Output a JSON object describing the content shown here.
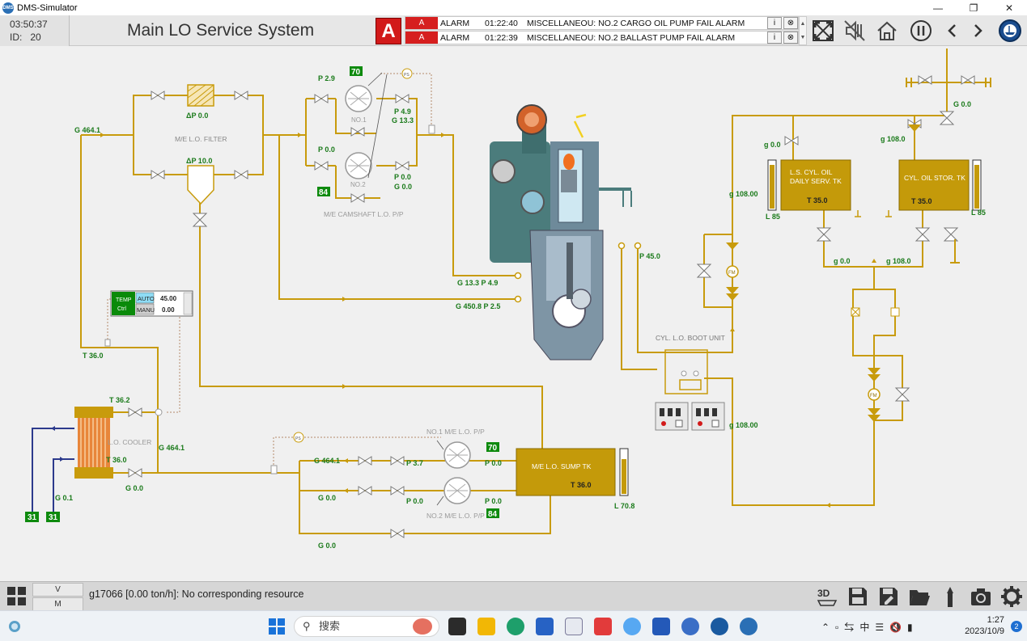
{
  "window": {
    "title": "DMS-Simulator",
    "logo_text": "DMS"
  },
  "header": {
    "clock": "03:50:37",
    "id_label": "ID:",
    "id_value": "20",
    "page_title": "Main LO Service System",
    "alarm_indicator": "A"
  },
  "alarms": [
    {
      "tag": "A",
      "type": "ALARM",
      "time": "01:22:40",
      "message": "MISCELLANEOU: NO.2 CARGO OIL PUMP FAIL ALARM"
    },
    {
      "tag": "A",
      "type": "ALARM",
      "time": "01:22:39",
      "message": "MISCELLANEOU: NO.2 BALLAST PUMP FAIL ALARM"
    }
  ],
  "header_icons": [
    "fullscreen-icon",
    "mute-icon",
    "home-icon",
    "pause-icon",
    "prev-icon",
    "next-icon",
    "ship-logo-icon"
  ],
  "diagram": {
    "labels": {
      "me_lo_filter": "M/E L.O. FILTER",
      "camshaft_pp": "M/E CAMSHAFT L.O. P/P",
      "no1": "NO.1",
      "no2": "NO.2",
      "lo_cooler": "L.O. COOLER",
      "no1_main_pp": "NO.1 M/E L.O. P/P",
      "no2_main_pp": "NO.2 M/E L.O. P/P",
      "sump_tk": "M/E L.O. SUMP TK",
      "cyl_boot": "CYL. L.O. BOOT UNIT",
      "ls_cyl_daily": "L.S. CYL. OIL",
      "ls_cyl_daily2": "DAILY SERV. TK",
      "cyl_stor": "CYL. OIL STOR. TK",
      "ps": "PS",
      "fm": "FM"
    },
    "values": {
      "g_464_top": "G 464.1",
      "dp_0": "ΔP 0.0",
      "dp_10": "ΔP 10.0",
      "p_2_9": "P 2.9",
      "cam_speed": "70",
      "p_4_9": "P 4.9",
      "g_13_3": "G 13.3",
      "p_0_0_l": "P 0.0",
      "p_0_0_r": "P 0.0",
      "g_0_0_r": "G 0.0",
      "cam2_speed": "84",
      "g_13_3_p_4_9": "G 13.3  P 4.9",
      "g_450_p_2_5": "G 450.8 P 2.5",
      "p_45": "P 45.0",
      "temp_ctrl1": "TEMP",
      "temp_ctrl2": "Ctrl",
      "auto": "AUTO",
      "manu": "MANU",
      "auto_val": "45.00",
      "manu_val": "0.00",
      "t_36_left": "T 36.0",
      "t_36_2": "T 36.2",
      "g_464_cooler": "G 464.1",
      "t_36_cooler": "T 36.0",
      "g_0_cooler": "G 0.0",
      "g_0_1": "G 0.1",
      "sw1": "31",
      "sw2": "31",
      "g_464_pp": "G 464.1",
      "p_3_7": "P 3.7",
      "main1_speed": "70",
      "p_0_main1": "P 0.0",
      "g_0_pp2": "G 0.0",
      "p_0_pp2": "P 0.0",
      "p_0_main2": "P 0.0",
      "main2_speed": "84",
      "g_0_bypass": "G 0.0",
      "sump_t": "T 36.0",
      "sump_l": "L 70.8",
      "g_0_top_right": "G 0.0",
      "g_0_daily": "g 0.0",
      "g_108_top": "g 108.0",
      "g_108_left": "g 108.00",
      "daily_t": "T 35.0",
      "stor_t": "T 35.0",
      "l_85_a": "L 85",
      "l_85_b": "L 85",
      "g_0_mid": "g 0.0",
      "g_108_mid": "g 108.0",
      "g_108_bottom": "g 108.00"
    }
  },
  "bottom": {
    "v_label": "V",
    "m_label": "M",
    "status": "g17066 [0.00 ton/h]: No corresponding resource",
    "tool_3d": "3D",
    "tools": [
      "3d-view-icon",
      "save-icon",
      "save-as-icon",
      "open-folder-icon",
      "pen-icon",
      "camera-icon",
      "gear-icon"
    ]
  },
  "taskbar": {
    "search_placeholder": "搜索",
    "time": "1:27",
    "date": "2023/10/9",
    "notification_count": "2",
    "ime": "中"
  },
  "colors": {
    "pipe": "#c89b0c",
    "tank": "#c49a0a",
    "value_green": "#1a7a1a",
    "badge_green": "#0e8a0e",
    "sea_water": "#2c3a8c",
    "alarm_red": "#d21a1a"
  }
}
